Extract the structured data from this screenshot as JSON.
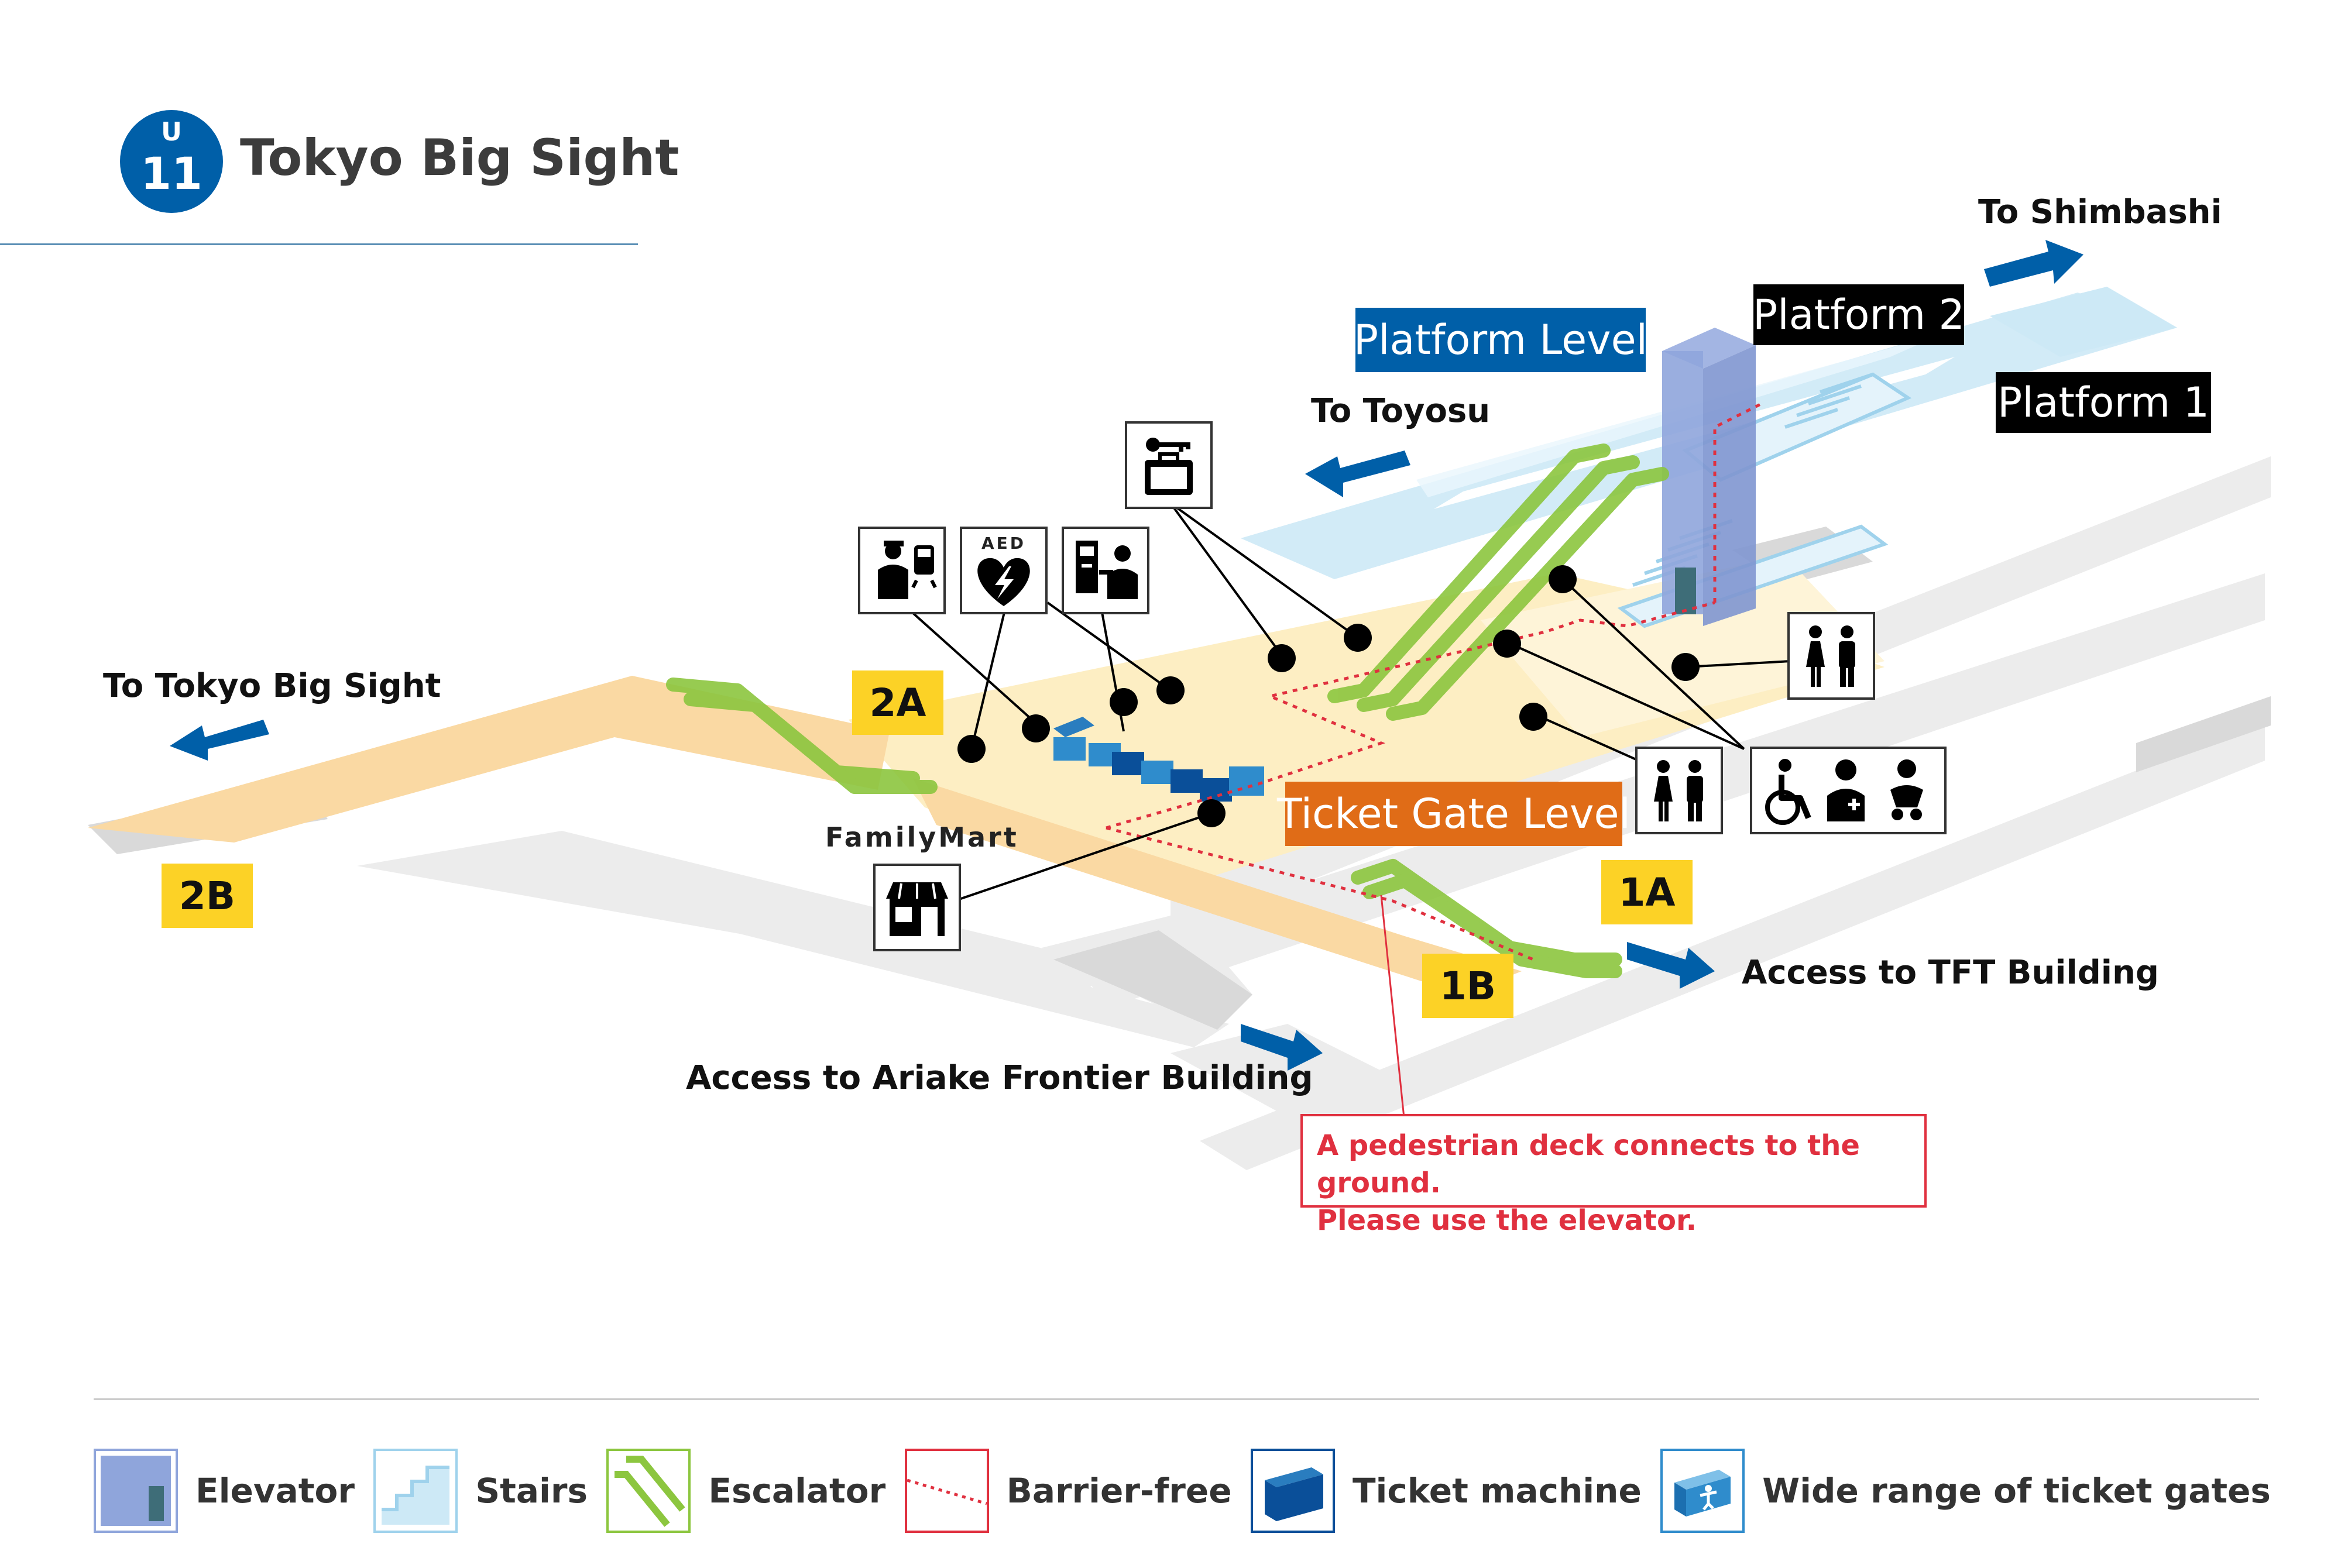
{
  "header": {
    "line_letter": "U",
    "station_number": "11",
    "station_name": "Tokyo Big Sight",
    "line_color": "#005fa8"
  },
  "levels": {
    "platform_level": "Platform Level",
    "ticket_gate_level": "Ticket Gate Level",
    "platform_2": "Platform 2",
    "platform_1": "Platform 1"
  },
  "directions": {
    "to_shimbashi": "To Shimbashi",
    "to_toyosu": "To Toyosu",
    "to_tokyo_big_sight": "To Tokyo Big Sight",
    "access_tft": "Access to TFT Building",
    "access_ariake": "Access to Ariake Frontier Building"
  },
  "exits": {
    "exit_2a": "2A",
    "exit_2b": "2B",
    "exit_1a": "1A",
    "exit_1b": "1B"
  },
  "facilities": {
    "familymart": "FamilyMart",
    "aed": "AED"
  },
  "note": {
    "line1": "A pedestrian deck connects to the ground.",
    "line2": "Please use the elevator."
  },
  "legend": {
    "elevator": "Elevator",
    "stairs": "Stairs",
    "escalator": "Escalator",
    "barrier_free": "Barrier-free",
    "ticket_machine": "Ticket machine",
    "wide_gates": "Wide range of ticket gates"
  },
  "colors": {
    "platform_blue": "#cde9f6",
    "concourse_yellow": "#fdeec3",
    "corridor_orange": "#fad9a3",
    "escalator_green": "#8cc63f",
    "elevator_purple": "#8fa5db",
    "barrier_free_red": "#e0303f",
    "ticket_gate_orange": "#e06c17",
    "exit_yellow": "#fcd226",
    "arrow_blue": "#005fa8"
  }
}
